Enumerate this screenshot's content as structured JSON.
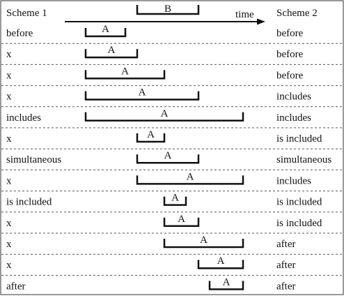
{
  "header": {
    "left_label": "Scheme 1",
    "right_label": "Scheme 2",
    "axis_label": "time",
    "reference_label": "B",
    "reference_start": 197,
    "reference_end": 285
  },
  "interval_label": "A",
  "rows": [
    {
      "scheme1": "before",
      "scheme2": "before",
      "start": 123,
      "end": 180
    },
    {
      "scheme1": "x",
      "scheme2": "before",
      "start": 123,
      "end": 197
    },
    {
      "scheme1": "x",
      "scheme2": "before",
      "start": 123,
      "end": 236
    },
    {
      "scheme1": "x",
      "scheme2": "includes",
      "start": 123,
      "end": 285
    },
    {
      "scheme1": "includes",
      "scheme2": "includes",
      "start": 123,
      "end": 349
    },
    {
      "scheme1": "x",
      "scheme2": "is included",
      "start": 197,
      "end": 236
    },
    {
      "scheme1": "simultaneous",
      "scheme2": "simultaneous",
      "start": 197,
      "end": 285
    },
    {
      "scheme1": "x",
      "scheme2": "includes",
      "start": 197,
      "end": 349
    },
    {
      "scheme1": "is included",
      "scheme2": "is included",
      "start": 236,
      "end": 267
    },
    {
      "scheme1": "x",
      "scheme2": "is included",
      "start": 236,
      "end": 285
    },
    {
      "scheme1": "x",
      "scheme2": "after",
      "start": 236,
      "end": 349
    },
    {
      "scheme1": "x",
      "scheme2": "after",
      "start": 285,
      "end": 349
    },
    {
      "scheme1": "after",
      "scheme2": "after",
      "start": 301,
      "end": 349
    }
  ]
}
